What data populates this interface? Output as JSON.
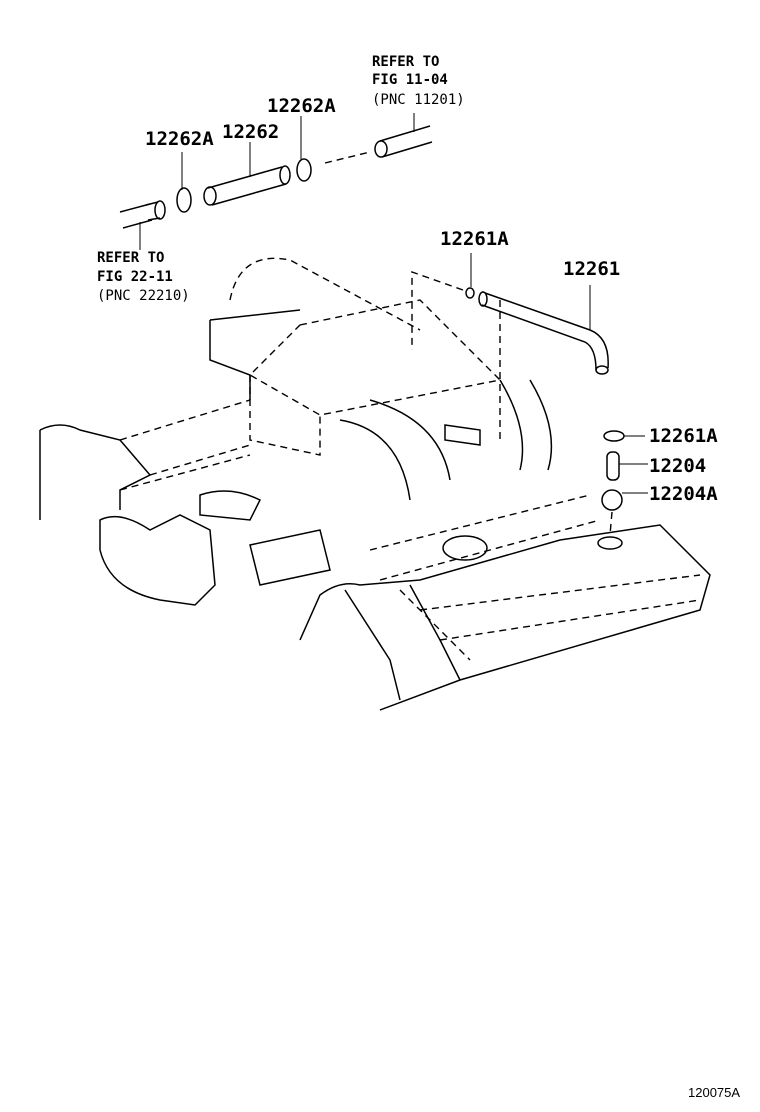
{
  "diagram": {
    "figure_code": "120075A",
    "parts": {
      "p12262A_left": "12262A",
      "p12262": "12262",
      "p12262A_right": "12262A",
      "p12261A_top": "12261A",
      "p12261": "12261",
      "p12261A_right": "12261A",
      "p12204": "12204",
      "p12204A": "12204A"
    },
    "refs": [
      {
        "line1": "REFER TO",
        "line2": "FIG 11-04",
        "line3": "(PNC 11201)"
      },
      {
        "line1": "REFER TO",
        "line2": "FIG 22-11",
        "line3": "(PNC 22210)"
      }
    ]
  }
}
